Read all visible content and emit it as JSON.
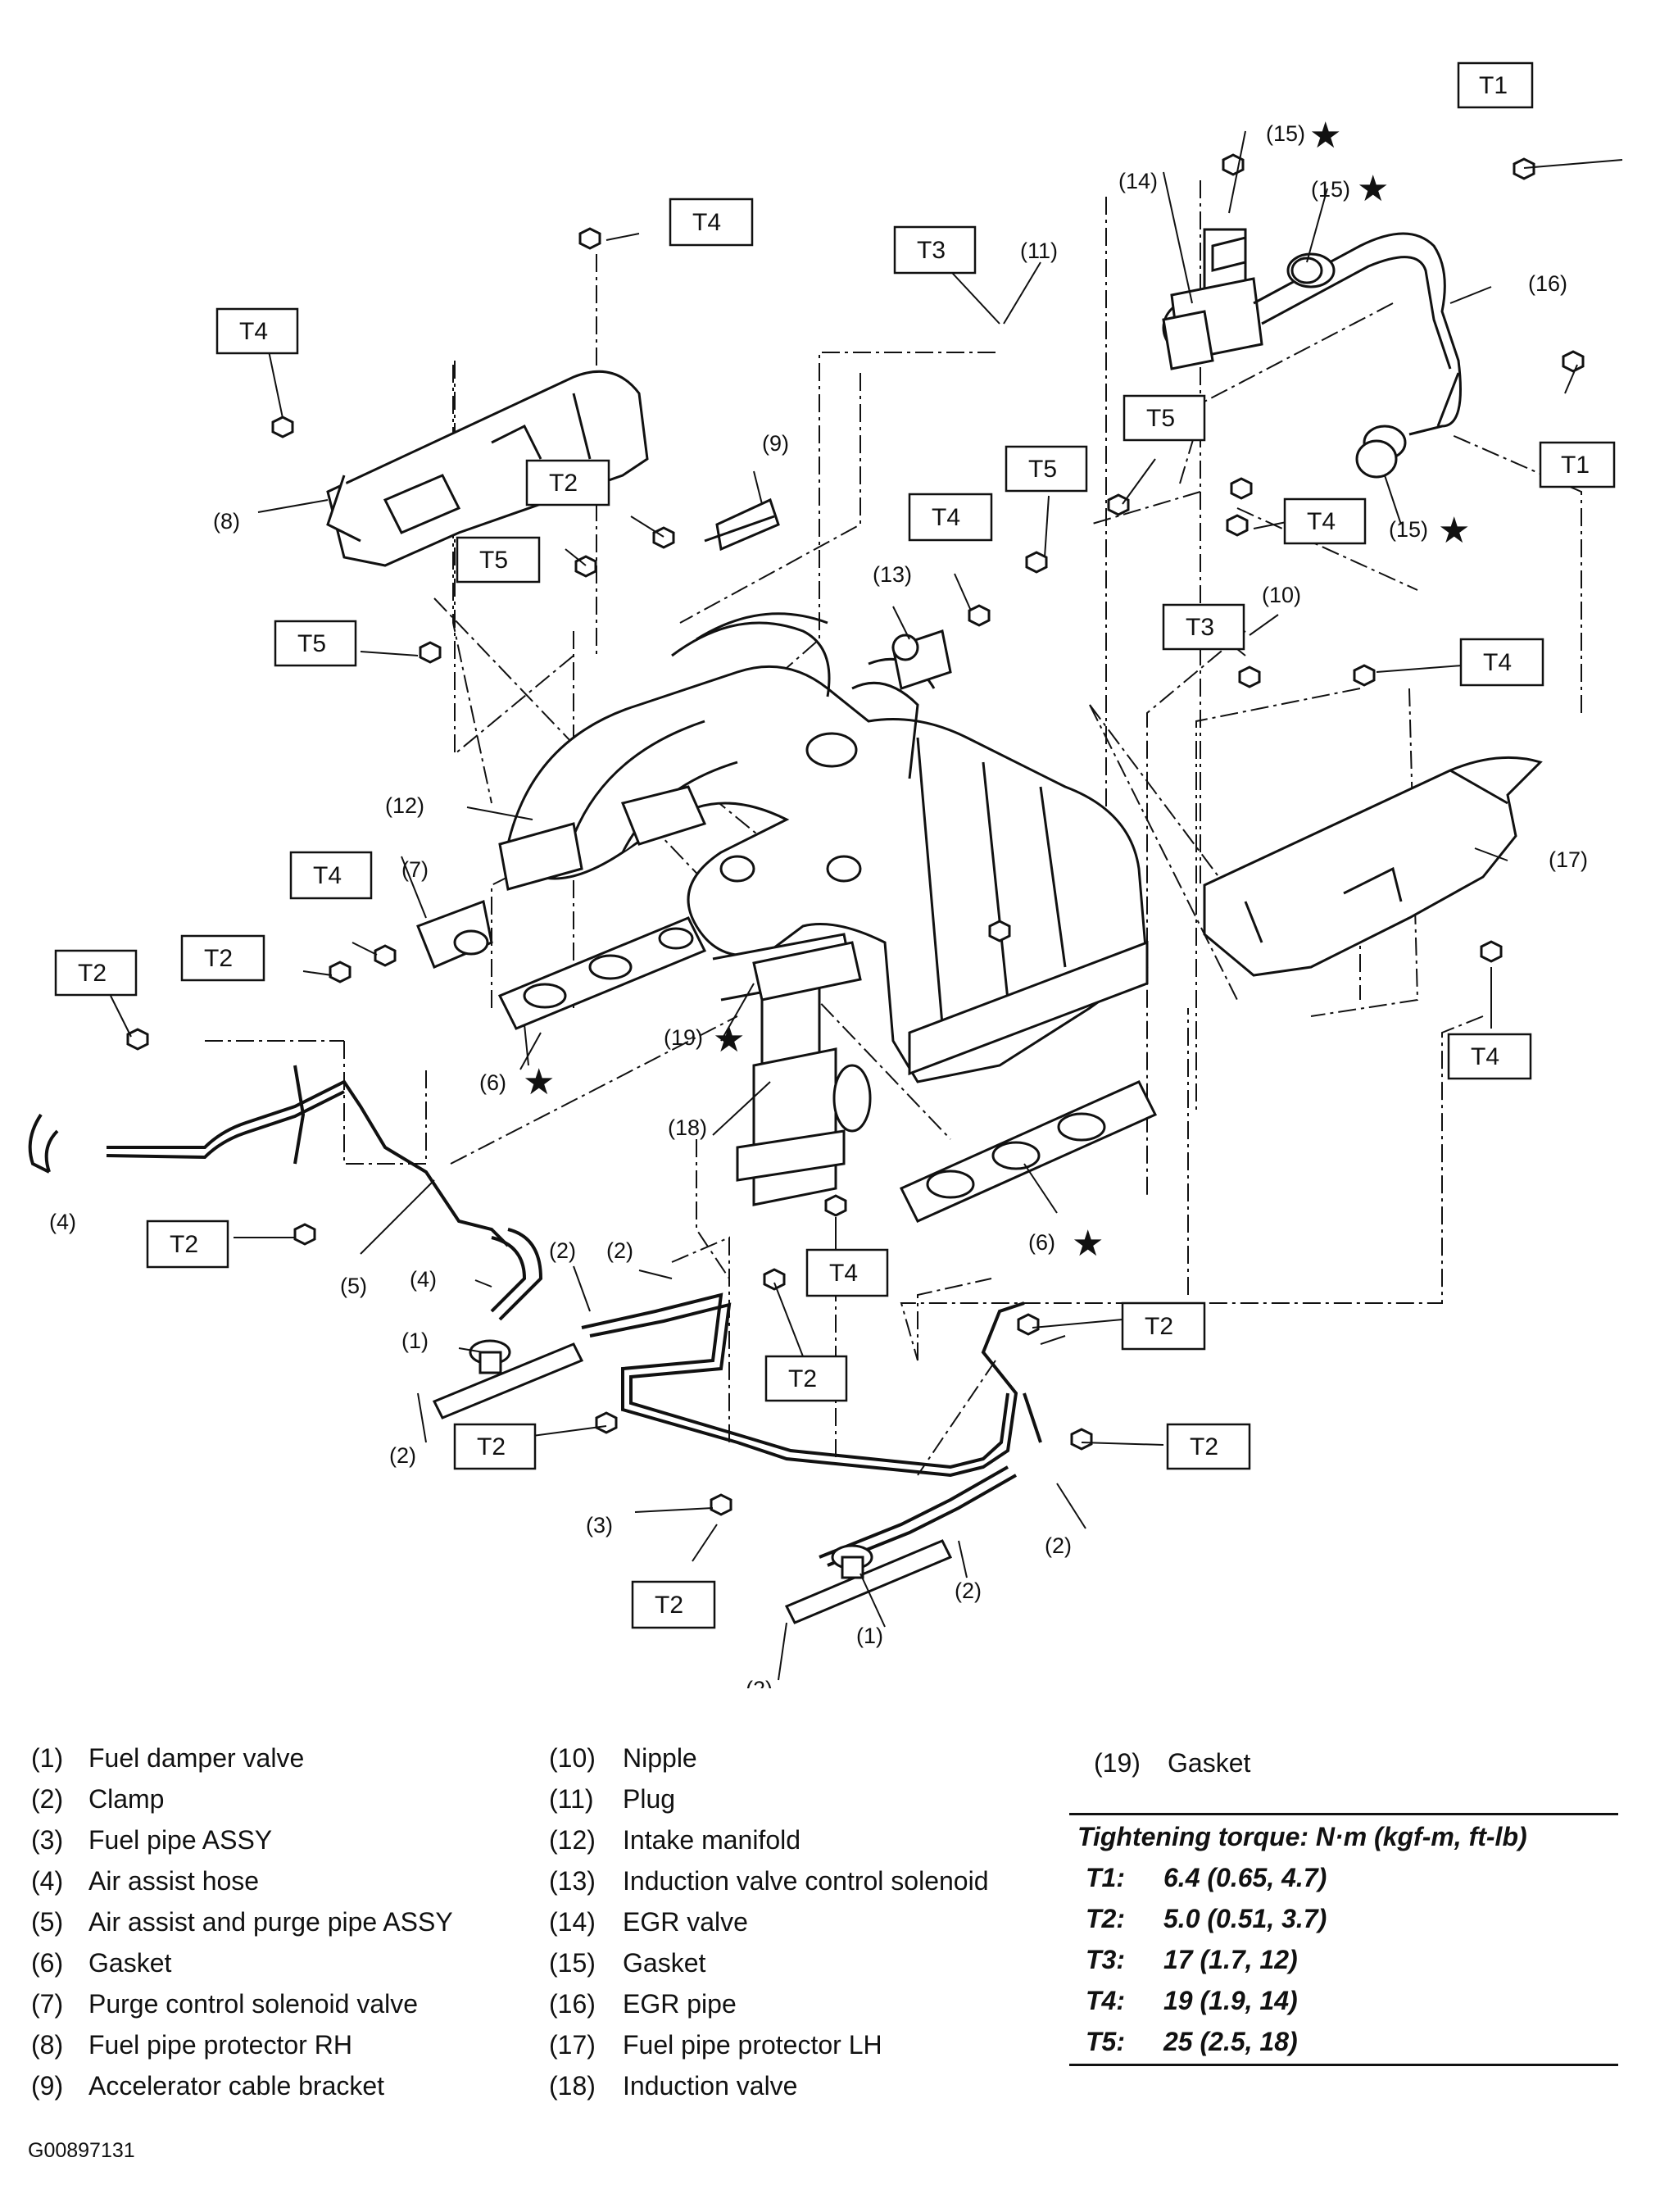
{
  "callouts": {
    "c1": "(1)",
    "c2": "(2)",
    "c3": "(3)",
    "c4": "(4)",
    "c5": "(5)",
    "c6": "(6)",
    "c7": "(7)",
    "c8": "(8)",
    "c9": "(9)",
    "c10": "(10)",
    "c11": "(11)",
    "c12": "(12)",
    "c13": "(13)",
    "c14": "(14)",
    "c15": "(15)",
    "c16": "(16)",
    "c17": "(17)",
    "c18": "(18)",
    "c19": "(19)"
  },
  "torque_tags": {
    "t1": "T1",
    "t2": "T2",
    "t3": "T3",
    "t4": "T4",
    "t5": "T5"
  },
  "star_symbol": "★",
  "legend": [
    {
      "num": "(1)",
      "name": "Fuel damper valve"
    },
    {
      "num": "(2)",
      "name": "Clamp"
    },
    {
      "num": "(3)",
      "name": "Fuel pipe ASSY"
    },
    {
      "num": "(4)",
      "name": "Air assist hose"
    },
    {
      "num": "(5)",
      "name": "Air assist and purge pipe ASSY"
    },
    {
      "num": "(6)",
      "name": "Gasket"
    },
    {
      "num": "(7)",
      "name": "Purge control solenoid valve"
    },
    {
      "num": "(8)",
      "name": "Fuel pipe protector RH"
    },
    {
      "num": "(9)",
      "name": "Accelerator cable bracket"
    },
    {
      "num": "(10)",
      "name": "Nipple"
    },
    {
      "num": "(11)",
      "name": "Plug"
    },
    {
      "num": "(12)",
      "name": "Intake manifold"
    },
    {
      "num": "(13)",
      "name": "Induction valve control solenoid"
    },
    {
      "num": "(14)",
      "name": "EGR valve"
    },
    {
      "num": "(15)",
      "name": "Gasket"
    },
    {
      "num": "(16)",
      "name": "EGR pipe"
    },
    {
      "num": "(17)",
      "name": "Fuel pipe protector LH"
    },
    {
      "num": "(18)",
      "name": "Induction valve"
    },
    {
      "num": "(19)",
      "name": "Gasket"
    }
  ],
  "torque_table": {
    "title": "Tightening torque: N·m (kgf-m, ft-lb)",
    "rows": [
      {
        "tag": "T1:",
        "value": "6.4 (0.65, 4.7)"
      },
      {
        "tag": "T2:",
        "value": "5.0 (0.51, 3.7)"
      },
      {
        "tag": "T3:",
        "value": "17 (1.7, 12)"
      },
      {
        "tag": "T4:",
        "value": "19 (1.9, 14)"
      },
      {
        "tag": "T5:",
        "value": "25 (2.5, 18)"
      }
    ]
  },
  "figure_id": "G00897131"
}
